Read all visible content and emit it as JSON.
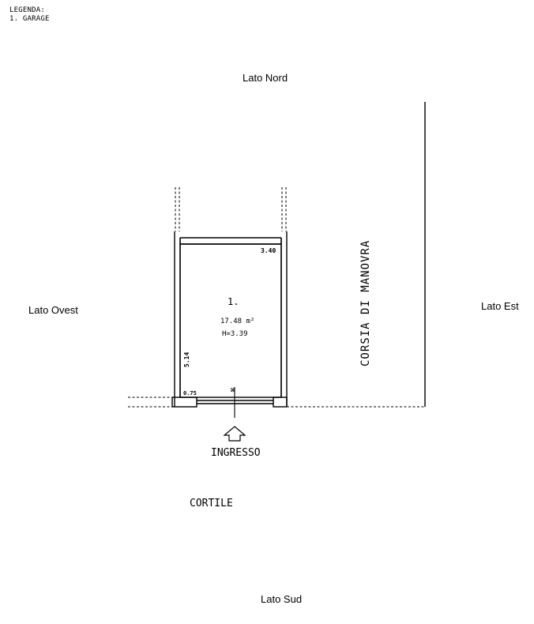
{
  "legend": {
    "title": "LEGENDA:",
    "items": [
      "1. GARAGE"
    ]
  },
  "sides": {
    "north": "Lato Nord",
    "south": "Lato Sud",
    "west": "Lato Ovest",
    "east": "Lato Est"
  },
  "room": {
    "number": "1.",
    "area": "17.48 m²",
    "height": "H=3.39",
    "width_dim": "3.40",
    "length_dim": "5.14",
    "door_dim": "0.75",
    "symbol": "⌘"
  },
  "labels": {
    "corridor": "CORSIA DI MANOVRA",
    "entrance": "INGRESSO",
    "courtyard": "CORTILE"
  }
}
